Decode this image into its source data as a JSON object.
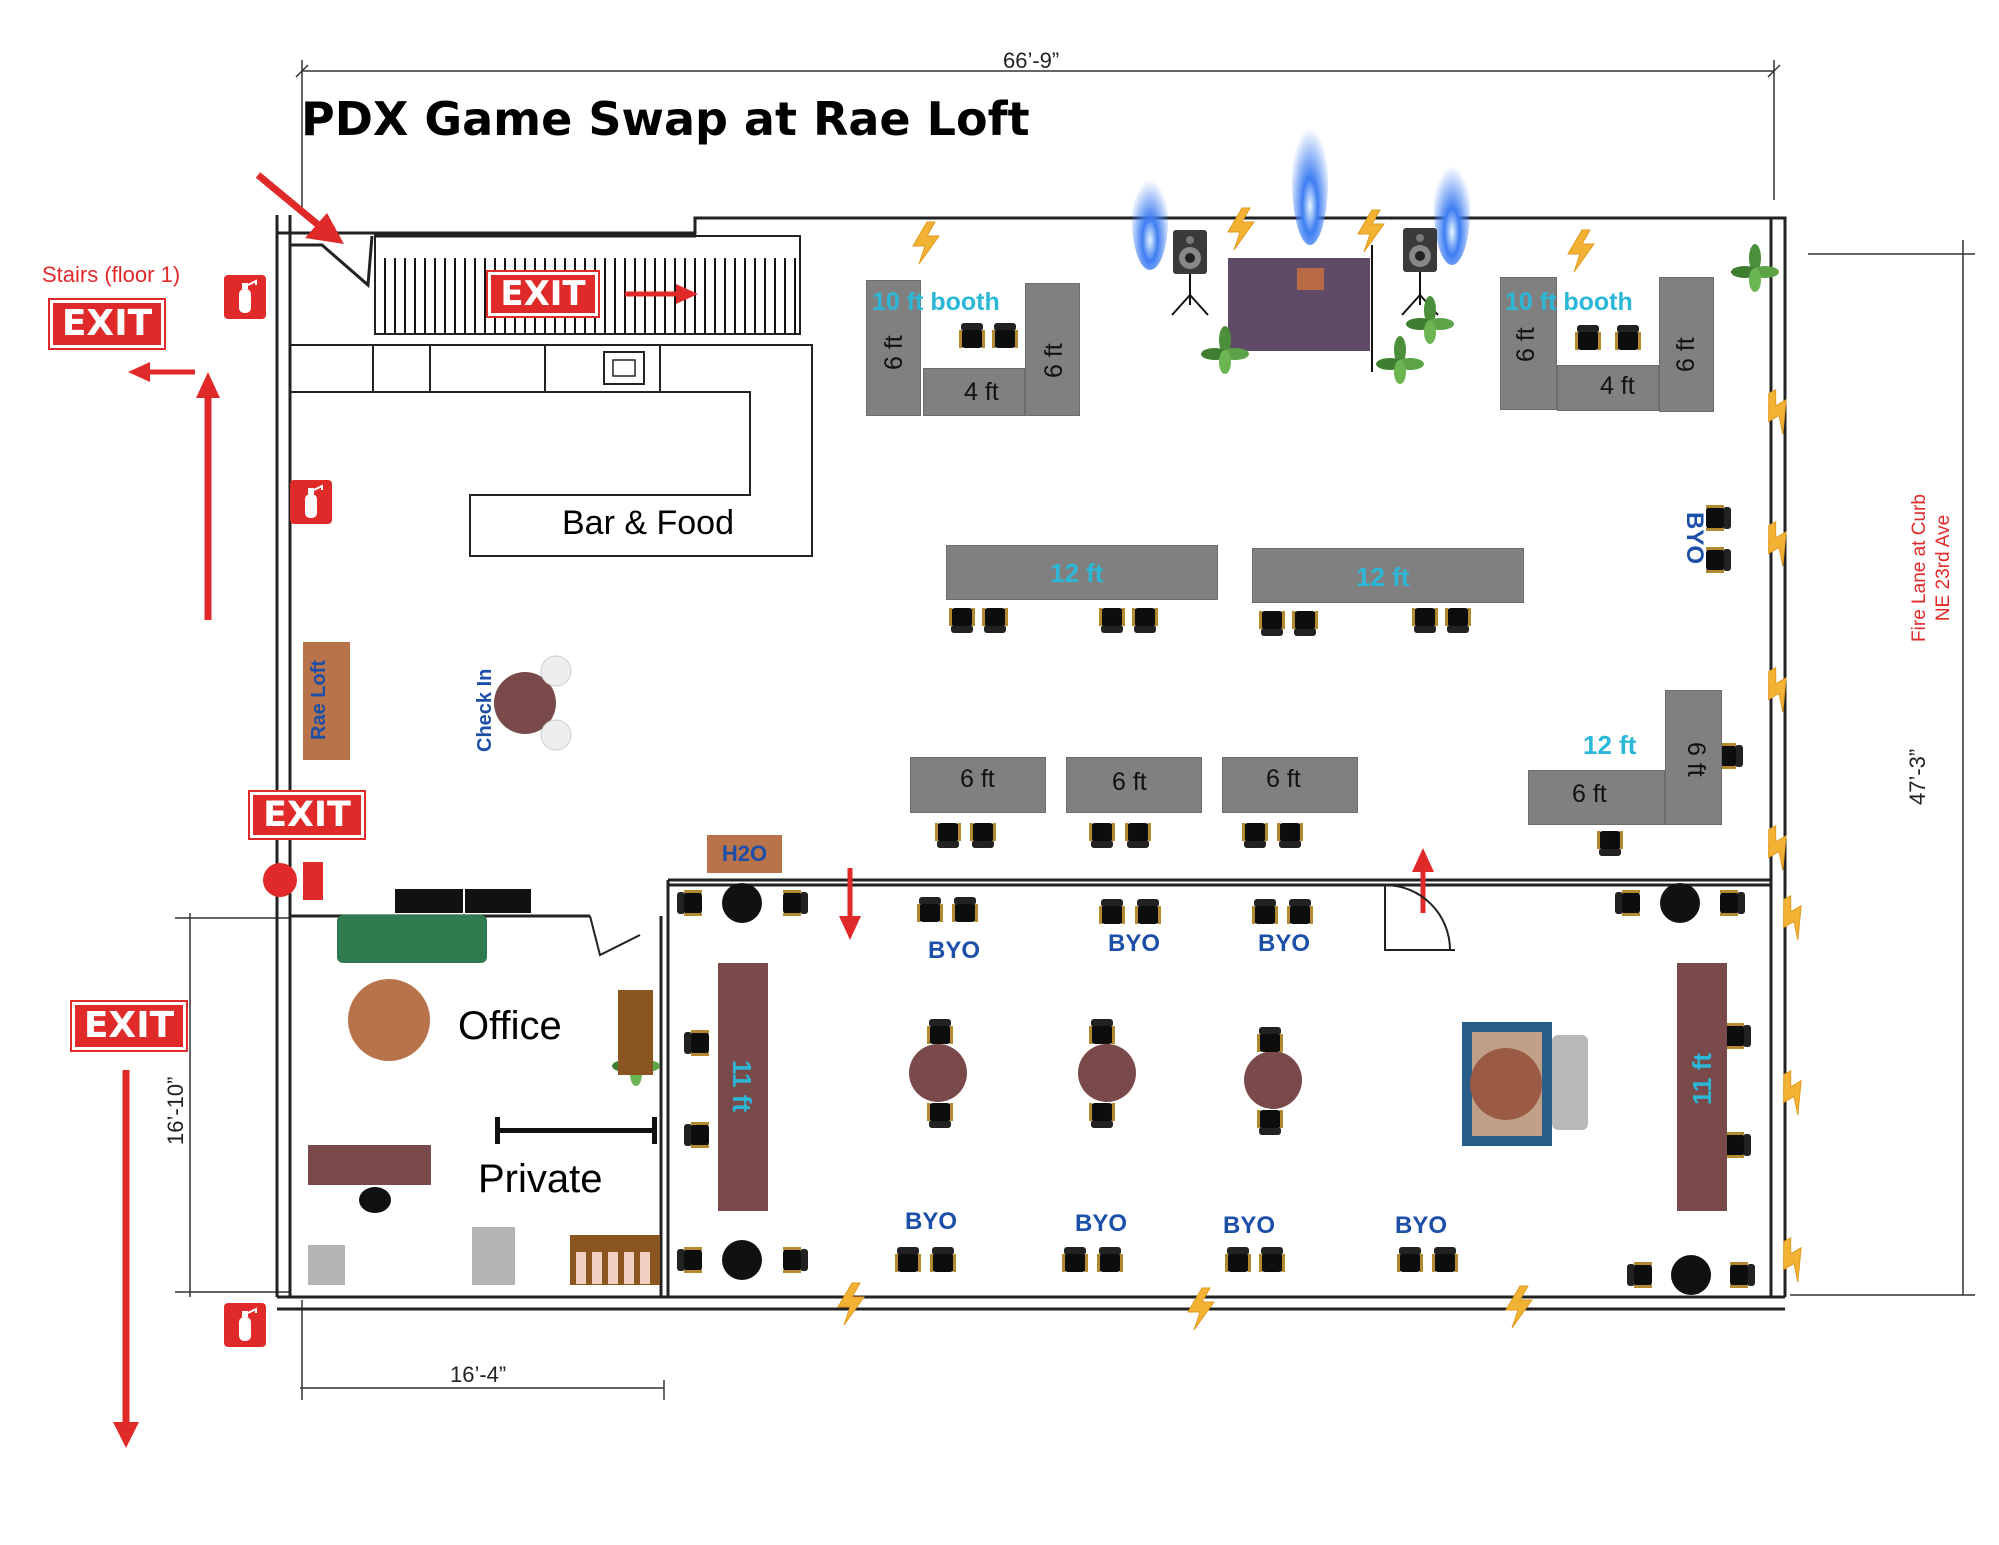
{
  "title": "PDX Game Swap at Rae Loft",
  "dimensions": {
    "top_width": "66’-9”",
    "right_height": "47’-3”",
    "left_height": "16’-10”",
    "bottom_width": "16’-4”"
  },
  "notes": {
    "stairs": "Stairs (floor 1)",
    "fire_lane": "Fire Lane at Curb NE 23rd Ave"
  },
  "exit_label": "EXIT",
  "areas": {
    "bar_food": "Bar & Food",
    "office": "Office",
    "private": "Private",
    "check_in": "Check In",
    "rae_loft": "Rae Loft",
    "h2o": "H2O"
  },
  "booths": {
    "left": {
      "label": "10 ft booth",
      "side_a": "6 ft",
      "front": "4 ft",
      "side_b": "6 ft"
    },
    "right": {
      "label": "10 ft booth",
      "side_a": "6 ft",
      "front": "4 ft",
      "side_b": "6 ft"
    }
  },
  "tables": {
    "long_a": "12 ft",
    "long_b": "12 ft",
    "corner_long": "12 ft",
    "corner_a": "6 ft",
    "corner_b": "6 ft",
    "mid_1": "6 ft",
    "mid_2": "6 ft",
    "mid_3": "6 ft",
    "left_long": "11 ft",
    "right_long": "11 ft"
  },
  "byo_label": "BYO",
  "colors": {
    "exit_red": "#e02a2a",
    "table_gray": "#808080",
    "booth_blue": "#2bb8d8",
    "byo_blue": "#1c4fa8",
    "wood_table": "#7a4a4a",
    "stage": "#5f4a68",
    "power": "#f0b030"
  },
  "icons": [
    "fire-extinguisher-icon",
    "power-outlet-icon",
    "speaker-icon",
    "plant-icon",
    "chair-icon",
    "arrow-icon",
    "fire-alarm-icon"
  ]
}
